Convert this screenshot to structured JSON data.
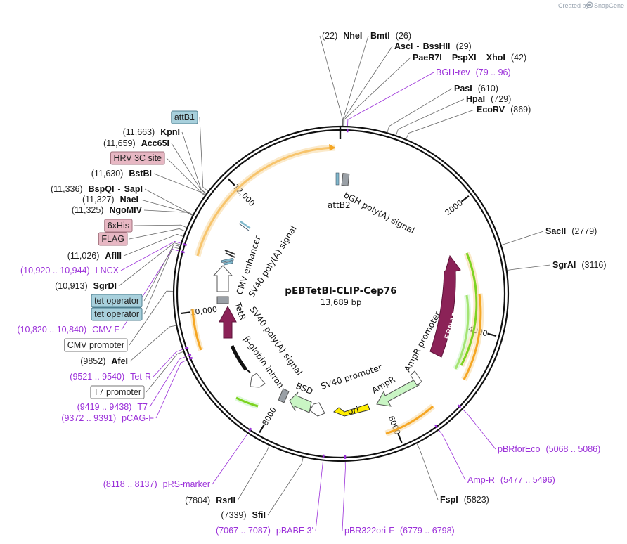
{
  "brand": {
    "created_by": "Created by",
    "name": "SnapGene"
  },
  "plasmid": {
    "name": "pEBTetBI-CLIP-Cep76",
    "size_label": "13,689 bp",
    "length": 13689
  },
  "ticks": [
    {
      "pos": 2000,
      "label": "2000"
    },
    {
      "pos": 4000,
      "label": "4000"
    },
    {
      "pos": 6000,
      "label": "6000"
    },
    {
      "pos": 8000,
      "label": "8000"
    },
    {
      "pos": 10000,
      "label": "10,000"
    },
    {
      "pos": 12000,
      "label": "12,000"
    }
  ],
  "sites": [
    {
      "pos": 22,
      "text": [
        {
          "t": "(22)",
          "c": "pos"
        },
        {
          "t": "NheI",
          "c": "enz"
        }
      ]
    },
    {
      "pos": 26,
      "text": [
        {
          "t": "BmtI",
          "c": "enz"
        },
        {
          "t": "(26)",
          "c": "pos"
        }
      ]
    },
    {
      "pos": 29,
      "text": [
        {
          "t": "AscI",
          "c": "enz"
        },
        {
          "t": "-",
          "c": "pos"
        },
        {
          "t": "BssHII",
          "c": "enz"
        },
        {
          "t": "(29)",
          "c": "pos"
        }
      ]
    },
    {
      "pos": 42,
      "text": [
        {
          "t": "PaeR7I",
          "c": "enz"
        },
        {
          "t": "-",
          "c": "pos"
        },
        {
          "t": "PspXI",
          "c": "enz"
        },
        {
          "t": "-",
          "c": "pos"
        },
        {
          "t": "XhoI",
          "c": "enz"
        },
        {
          "t": "(42)",
          "c": "pos"
        }
      ]
    },
    {
      "pos": 87,
      "primer": true,
      "text": [
        {
          "t": "BGH-rev",
          "c": "primer"
        },
        {
          "t": "(79 .. 96)",
          "c": "primer"
        }
      ]
    },
    {
      "pos": 610,
      "text": [
        {
          "t": "PasI",
          "c": "enz"
        },
        {
          "t": "(610)",
          "c": "pos"
        }
      ]
    },
    {
      "pos": 729,
      "text": [
        {
          "t": "HpaI",
          "c": "enz"
        },
        {
          "t": "(729)",
          "c": "pos"
        }
      ]
    },
    {
      "pos": 869,
      "text": [
        {
          "t": "EcoRV",
          "c": "enz"
        },
        {
          "t": "(869)",
          "c": "pos"
        }
      ]
    },
    {
      "pos": 2779,
      "text": [
        {
          "t": "SacII",
          "c": "enz"
        },
        {
          "t": "(2779)",
          "c": "pos"
        }
      ]
    },
    {
      "pos": 3116,
      "text": [
        {
          "t": "SgrAI",
          "c": "enz"
        },
        {
          "t": "(3116)",
          "c": "pos"
        }
      ]
    },
    {
      "pos": 5077,
      "primer": true,
      "text": [
        {
          "t": "pBRforEco",
          "c": "primer"
        },
        {
          "t": "(5068 .. 5086)",
          "c": "primer"
        }
      ]
    },
    {
      "pos": 5486,
      "primer": true,
      "text": [
        {
          "t": "Amp-R",
          "c": "primer"
        },
        {
          "t": "(5477 .. 5496)",
          "c": "primer"
        }
      ]
    },
    {
      "pos": 5823,
      "text": [
        {
          "t": "FspI",
          "c": "enz"
        },
        {
          "t": "(5823)",
          "c": "pos"
        }
      ]
    },
    {
      "pos": 6788,
      "primer": true,
      "text": [
        {
          "t": "pBR322ori-F",
          "c": "primer"
        },
        {
          "t": "(6779 .. 6798)",
          "c": "primer"
        }
      ]
    },
    {
      "pos": 7077,
      "primer": true,
      "text": [
        {
          "t": "(7067 .. 7087)",
          "c": "primer"
        },
        {
          "t": "pBABE 3'",
          "c": "primer"
        }
      ]
    },
    {
      "pos": 7339,
      "text": [
        {
          "t": "(7339)",
          "c": "pos"
        },
        {
          "t": "SfiI",
          "c": "enz"
        }
      ]
    },
    {
      "pos": 7804,
      "text": [
        {
          "t": "(7804)",
          "c": "pos"
        },
        {
          "t": "RsrII",
          "c": "enz"
        }
      ]
    },
    {
      "pos": 8127,
      "primer": true,
      "text": [
        {
          "t": "(8118 .. 8137)",
          "c": "primer"
        },
        {
          "t": "pRS-marker",
          "c": "primer"
        }
      ]
    },
    {
      "pos": 9381,
      "primer": true,
      "text": [
        {
          "t": "(9372 .. 9391)",
          "c": "primer"
        },
        {
          "t": "pCAG-F",
          "c": "primer"
        }
      ]
    },
    {
      "pos": 9428,
      "primer": true,
      "text": [
        {
          "t": "(9419 .. 9438)",
          "c": "primer"
        },
        {
          "t": "T7",
          "c": "primer"
        }
      ]
    },
    {
      "pos": 9500,
      "box": true,
      "text": [
        {
          "t": "T7 promoter",
          "c": "box-white"
        }
      ]
    },
    {
      "pos": 9530,
      "primer": true,
      "text": [
        {
          "t": "(9521 .. 9540)",
          "c": "primer"
        },
        {
          "t": "Tet-R",
          "c": "primer"
        }
      ]
    },
    {
      "pos": 9852,
      "text": [
        {
          "t": "(9852)",
          "c": "pos"
        },
        {
          "t": "AfeI",
          "c": "enz"
        }
      ]
    },
    {
      "pos": 10300,
      "box": true,
      "text": [
        {
          "t": "CMV promoter",
          "c": "box-white"
        }
      ]
    },
    {
      "pos": 10830,
      "primer": true,
      "text": [
        {
          "t": "(10,820 .. 10,840)",
          "c": "primer"
        },
        {
          "t": "CMV-F",
          "c": "primer"
        }
      ]
    },
    {
      "pos": 10860,
      "box": true,
      "text": [
        {
          "t": "tet operator",
          "c": "box-blue"
        }
      ]
    },
    {
      "pos": 10890,
      "box": true,
      "text": [
        {
          "t": "tet operator",
          "c": "box-blue"
        }
      ]
    },
    {
      "pos": 10913,
      "text": [
        {
          "t": "(10,913)",
          "c": "pos"
        },
        {
          "t": "SgrDI",
          "c": "enz"
        }
      ]
    },
    {
      "pos": 10932,
      "primer": true,
      "text": [
        {
          "t": "(10,920 .. 10,944)",
          "c": "primer"
        },
        {
          "t": "LNCX",
          "c": "primer"
        }
      ]
    },
    {
      "pos": 11026,
      "text": [
        {
          "t": "(11,026)",
          "c": "pos"
        },
        {
          "t": "AflII",
          "c": "enz"
        }
      ]
    },
    {
      "pos": 11100,
      "box": true,
      "text": [
        {
          "t": "FLAG",
          "c": "box-pink"
        }
      ]
    },
    {
      "pos": 11150,
      "box": true,
      "text": [
        {
          "t": "6xHis",
          "c": "box-pink"
        }
      ]
    },
    {
      "pos": 11325,
      "text": [
        {
          "t": "(11,325)",
          "c": "pos"
        },
        {
          "t": "NgoMIV",
          "c": "enz"
        }
      ]
    },
    {
      "pos": 11327,
      "text": [
        {
          "t": "(11,327)",
          "c": "pos"
        },
        {
          "t": "NaeI",
          "c": "enz"
        }
      ]
    },
    {
      "pos": 11336,
      "text": [
        {
          "t": "(11,336)",
          "c": "pos"
        },
        {
          "t": "BspQI",
          "c": "enz"
        },
        {
          "t": "-",
          "c": "pos"
        },
        {
          "t": "SapI",
          "c": "enz"
        }
      ]
    },
    {
      "pos": 11630,
      "text": [
        {
          "t": "(11,630)",
          "c": "pos"
        },
        {
          "t": "BstBI",
          "c": "enz"
        }
      ]
    },
    {
      "pos": 11640,
      "box": true,
      "text": [
        {
          "t": "HRV 3C site",
          "c": "box-pink"
        }
      ]
    },
    {
      "pos": 11659,
      "text": [
        {
          "t": "(11,659)",
          "c": "pos"
        },
        {
          "t": "Acc65I",
          "c": "enz"
        }
      ]
    },
    {
      "pos": 11663,
      "text": [
        {
          "t": "(11,663)",
          "c": "pos"
        },
        {
          "t": "KpnI",
          "c": "enz"
        }
      ]
    },
    {
      "pos": 11700,
      "box": true,
      "text": [
        {
          "t": "attB1",
          "c": "box-blue"
        }
      ]
    }
  ],
  "features": [
    {
      "name": "bGH poly(A) signal"
    },
    {
      "name": "attB2"
    },
    {
      "name": "EBNA1"
    },
    {
      "name": "AmpR promoter"
    },
    {
      "name": "AmpR"
    },
    {
      "name": "ori"
    },
    {
      "name": "SV40 promoter"
    },
    {
      "name": "BSD"
    },
    {
      "name": "β-globin intron"
    },
    {
      "name": "SV40 poly(A) signal"
    },
    {
      "name": "TetR"
    },
    {
      "name": "CMV enhancer"
    },
    {
      "name": "SV40 poly(A) signal"
    }
  ],
  "colors": {
    "backbone": "#111111",
    "primer": "#9b30d9",
    "orf_orange": "#f5a623",
    "orf_green": "#7ed321",
    "ebna1": "#8b2257",
    "tetr": "#8b2257",
    "ori": "#ffee00",
    "ampr": "#c9f5c4",
    "bsd": "#c9f5c4",
    "gray_feature": "#9aa0a6",
    "blue_feature": "#7fb8cc",
    "box_blue": "#a8d0dc",
    "box_pink": "#e7b7c3"
  }
}
